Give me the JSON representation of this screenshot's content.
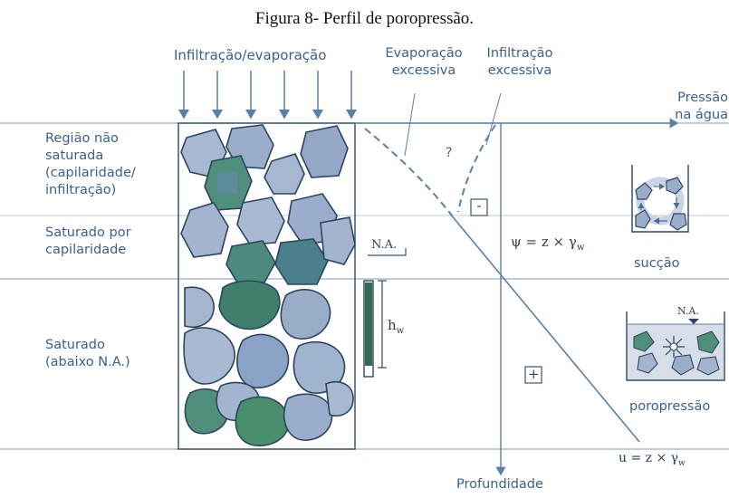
{
  "caption": "Figura 8- Perfil de poropressão.",
  "top_label": "Infiltração/evaporação",
  "curve_labels": {
    "evaporation": [
      "Evaporação",
      "excessiva"
    ],
    "infiltration": [
      "Infiltração",
      "excessiva"
    ]
  },
  "axis": {
    "x_label": [
      "Pressão",
      "na água"
    ],
    "y_label": "Profundidade"
  },
  "regions": {
    "unsaturated": [
      "Região não",
      "saturada",
      "(capilaridade/",
      "infiltração)"
    ],
    "capillary": [
      "Saturado por",
      "capilaridade"
    ],
    "saturated": [
      "Saturado",
      "(abaixo N.A.)"
    ]
  },
  "symbols": {
    "question": "?",
    "minus": "-",
    "plus": "+",
    "water_table": "N.A.",
    "piezometer_height": "h",
    "piezometer_sub": "w"
  },
  "equations": {
    "suction": "ψ = z × γ",
    "suction_sub": "w",
    "pore_pressure": "u = z × γ",
    "pore_pressure_sub": "w"
  },
  "insets": {
    "suction_label": "sucção",
    "pore_label": "poropressão",
    "pore_na": "N.A."
  },
  "colors": {
    "line": "#5b7fa8",
    "grain_blue": "#9fb2cd",
    "grain_green": "#4f8f7c",
    "grain_stroke": "#2e4560"
  }
}
